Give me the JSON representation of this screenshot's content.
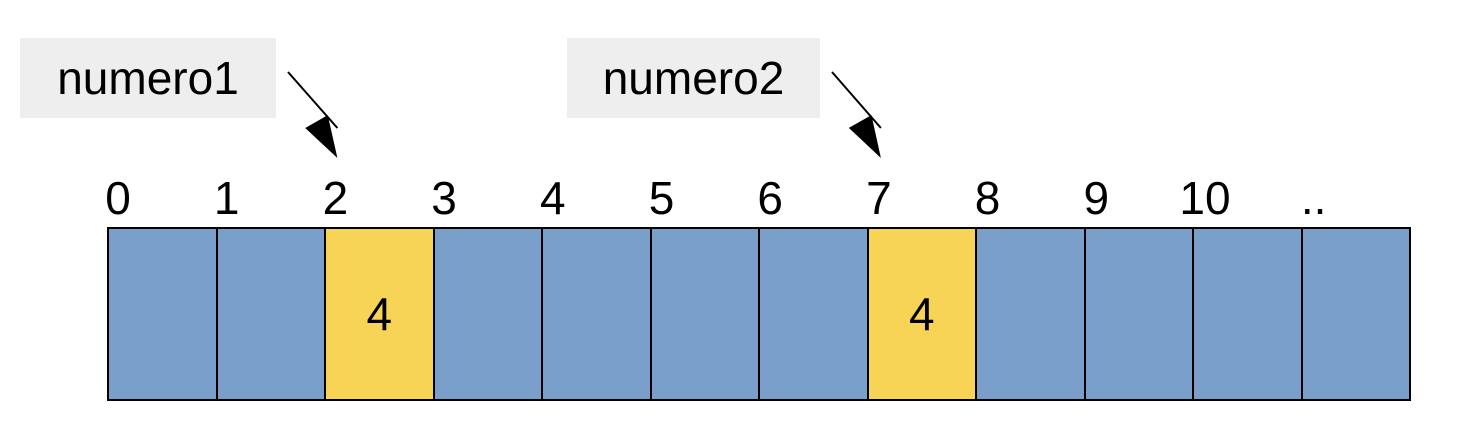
{
  "pointers": [
    {
      "name": "numero1",
      "target_index": 2
    },
    {
      "name": "numero2",
      "target_index": 7
    }
  ],
  "indices": [
    "0",
    "1",
    "2",
    "3",
    "4",
    "5",
    "6",
    "7",
    "8",
    "9",
    "10",
    ".."
  ],
  "cells": [
    {
      "value": "",
      "highlighted": false
    },
    {
      "value": "",
      "highlighted": false
    },
    {
      "value": "4",
      "highlighted": true
    },
    {
      "value": "",
      "highlighted": false
    },
    {
      "value": "",
      "highlighted": false
    },
    {
      "value": "",
      "highlighted": false
    },
    {
      "value": "",
      "highlighted": false
    },
    {
      "value": "4",
      "highlighted": true
    },
    {
      "value": "",
      "highlighted": false
    },
    {
      "value": "",
      "highlighted": false
    },
    {
      "value": "",
      "highlighted": false
    },
    {
      "value": "",
      "highlighted": false
    }
  ],
  "colors": {
    "cell": "#7b9fcb",
    "highlight": "#f8d456",
    "label_box": "#eeeeee",
    "stroke": "#000000"
  }
}
